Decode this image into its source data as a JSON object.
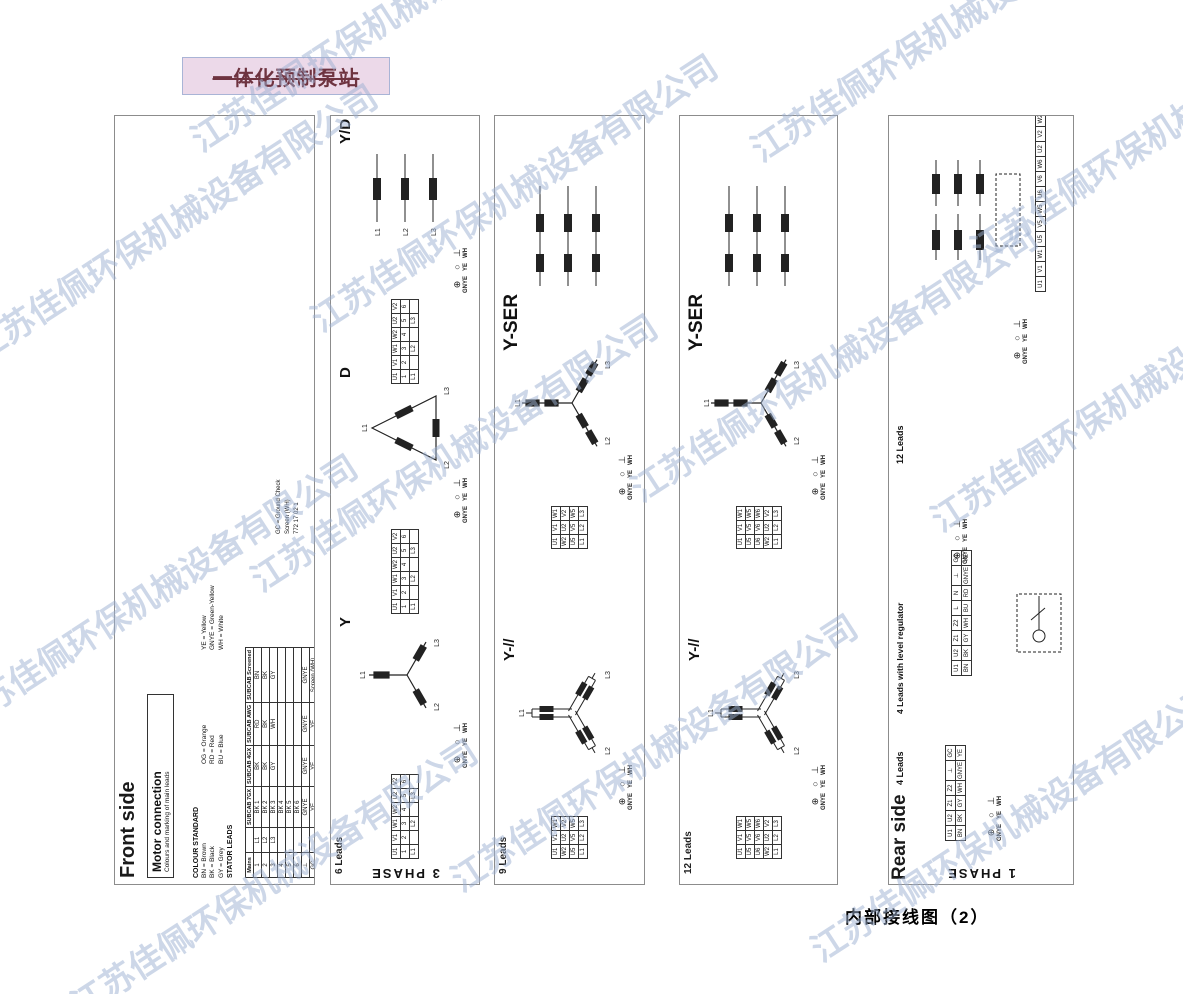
{
  "page": {
    "title": "一体化预制泵站",
    "caption": "内部接线图（2）",
    "watermark": "江苏佳佩环保机械设备有限公司"
  },
  "labels": {
    "L1": "L1",
    "L2": "L2",
    "L3": "L3"
  },
  "wires": [
    {
      "sym": "⊕",
      "label": "GNYE",
      "icon": "ground-screw-icon"
    },
    {
      "sym": "○",
      "label": "YE",
      "icon": "terminal-icon"
    },
    {
      "sym": "⊥",
      "label": "WH",
      "icon": "earth-icon"
    }
  ],
  "front": {
    "side_label": "Front side",
    "box_title": "Motor connection",
    "box_subtitle": "Colours and marking of main leads",
    "legend_title": "COLOUR STANDARD",
    "legend_items": [
      "BN = Brown",
      "BK = Black",
      "GY = Grey",
      "OG = Orange",
      "RD = Red",
      "BU = Blue",
      "YE = Yellow",
      "GNYE = Green-Yellow",
      "WH = White"
    ],
    "stator_title": "STATOR LEADS",
    "table": [
      [
        "Mains",
        "",
        "SUBCAB 7GX",
        "SUBCAB 4GX",
        "SUBCAB AWG",
        "SUBCAB Screened"
      ],
      [
        "1",
        "L1",
        "BK 1",
        "BK",
        "RD",
        "BN"
      ],
      [
        "2",
        "L2",
        "BK 2",
        "BK",
        "BK",
        "BK"
      ],
      [
        "3",
        "L3",
        "BK 3",
        "GY",
        "WH",
        "GY"
      ],
      [
        "4",
        "",
        "BK 4",
        "",
        "",
        ""
      ],
      [
        "5",
        "",
        "BK 5",
        "",
        "",
        ""
      ],
      [
        "6",
        "",
        "BK 6",
        "",
        "",
        ""
      ],
      [
        "⊥",
        "",
        "GNYE",
        "GNYE",
        "GNYE",
        "GNYE"
      ],
      [
        "GC",
        "",
        "YE",
        "YE",
        "YE",
        "Screen (WH)"
      ]
    ],
    "notes": [
      "GC = Ground Check",
      "Screen (WH)",
      "772 17 02 1"
    ]
  },
  "p2": {
    "phase": "3 PHASE",
    "leads": "6 Leads",
    "groups": {
      "y": {
        "name": "Y",
        "block": [
          [
            "U1",
            "V1",
            "W1",
            "W2",
            "U2",
            "V2"
          ],
          [
            "1",
            "2",
            "3",
            "4",
            "5",
            "6"
          ],
          [
            "L1",
            "",
            "L2",
            "",
            "L3",
            ""
          ]
        ]
      },
      "d": {
        "name": "D",
        "block": [
          [
            "U1",
            "V1",
            "W1",
            "W2",
            "U2",
            "V2"
          ],
          [
            "1",
            "2",
            "3",
            "4",
            "5",
            "6"
          ],
          [
            "L1",
            "",
            "L2",
            "",
            "L3",
            ""
          ]
        ]
      },
      "yd": {
        "name": "Y/D",
        "block": [
          [
            "U1",
            "V1",
            "W1",
            "W2",
            "U2",
            "V2"
          ],
          [
            "1",
            "2",
            "3",
            "4",
            "5",
            "6"
          ],
          [
            "L1",
            "",
            "L2",
            "",
            "L3",
            ""
          ]
        ]
      }
    }
  },
  "p3": {
    "leads": "9 Leads",
    "groups": {
      "ypar": {
        "name": "Y-//",
        "block": [
          [
            "U1",
            "V1",
            "W1"
          ],
          [
            "W2",
            "U2",
            "V2"
          ],
          [
            "U5",
            "V5",
            "W5"
          ],
          [
            "L1",
            "L2",
            "L3"
          ]
        ]
      },
      "yser": {
        "name": "Y-SER",
        "block": [
          [
            "U1",
            "V1",
            "W1"
          ],
          [
            "W2",
            "U2",
            "V2"
          ],
          [
            "U5",
            "V5",
            "W5"
          ],
          [
            "L1",
            "L2",
            "L3"
          ]
        ]
      }
    }
  },
  "p4": {
    "leads": "12 Leads",
    "groups": {
      "ypar": {
        "name": "Y-//",
        "block": [
          [
            "U1",
            "V1",
            "W1"
          ],
          [
            "U5",
            "V5",
            "W5"
          ],
          [
            "U6",
            "V6",
            "W6"
          ],
          [
            "W2",
            "U2",
            "V2"
          ],
          [
            "L1",
            "L2",
            "L3"
          ]
        ]
      },
      "yser": {
        "name": "Y-SER",
        "block": [
          [
            "U1",
            "V1",
            "W1"
          ],
          [
            "U5",
            "V5",
            "W5"
          ],
          [
            "U6",
            "V6",
            "W6"
          ],
          [
            "W2",
            "U2",
            "V2"
          ],
          [
            "L1",
            "L2",
            "L3"
          ]
        ]
      }
    }
  },
  "p5": {
    "side_label": "Rear side",
    "phase": "1 PHASE",
    "groups": {
      "g12": {
        "name": "12 Leads",
        "strip": [
          [
            "U1",
            "V1",
            "W1",
            "U5",
            "V5",
            "W5",
            "U6",
            "V6",
            "W6",
            "U2",
            "V2",
            "W2"
          ]
        ]
      },
      "reg": {
        "name": "4 Leads with level regulator",
        "strip": [
          [
            "U1",
            "U2",
            "Z1",
            "Z2",
            "L",
            "N",
            "⊥",
            "GC"
          ],
          [
            "BN",
            "BK",
            "GY",
            "WH",
            "BU",
            "RD",
            "GNYE",
            "YE"
          ]
        ]
      },
      "g4": {
        "name": "4 Leads",
        "strip": [
          [
            "U1",
            "U2",
            "Z1",
            "Z2",
            "⊥",
            "GC"
          ],
          [
            "BN",
            "BK",
            "GY",
            "WH",
            "GNYE",
            "YE"
          ]
        ]
      }
    }
  }
}
